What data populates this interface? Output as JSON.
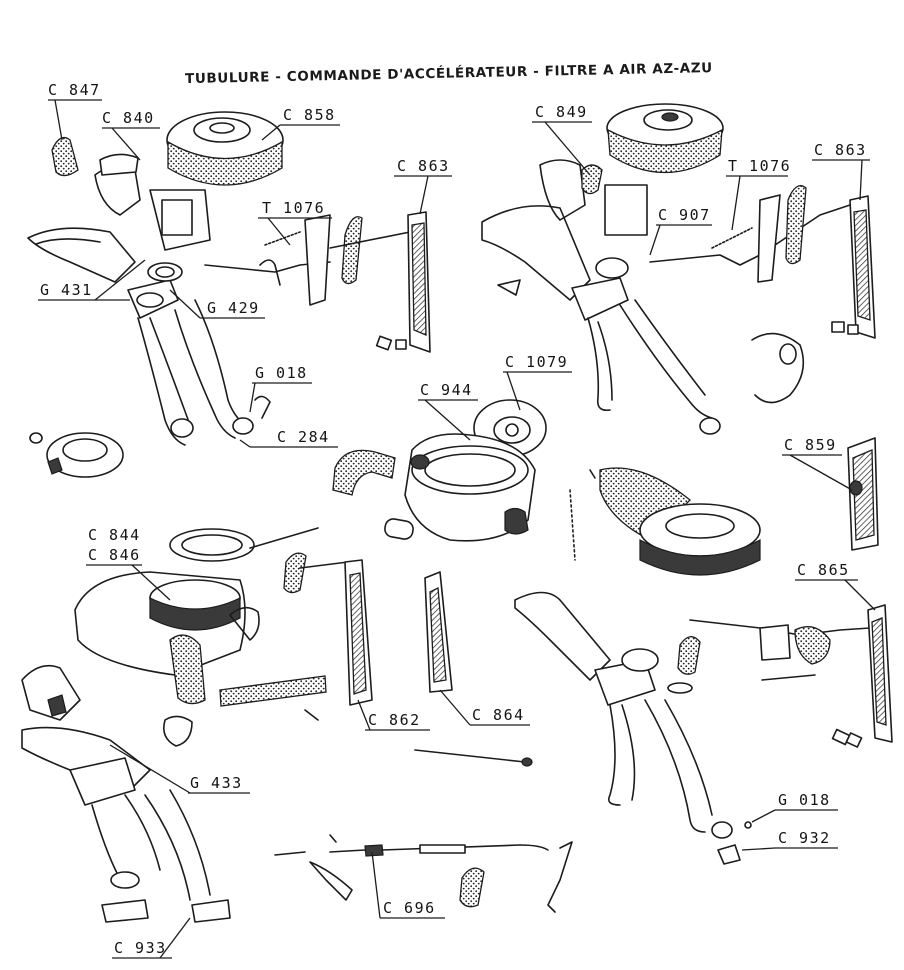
{
  "title": "TUBULURE - COMMANDE D'ACCÉLÉRATEUR - FILTRE A AIR AZ-AZU",
  "parts": [
    {
      "ref": "C 847"
    },
    {
      "ref": "C 840"
    },
    {
      "ref": "C 858"
    },
    {
      "ref": "C 849"
    },
    {
      "ref": "C 863"
    },
    {
      "ref": "T 1076"
    },
    {
      "ref": "C 863"
    },
    {
      "ref": "T 1076"
    },
    {
      "ref": "C 907"
    },
    {
      "ref": "G 431"
    },
    {
      "ref": "G 429"
    },
    {
      "ref": "G 018"
    },
    {
      "ref": "C 284"
    },
    {
      "ref": "C 1079"
    },
    {
      "ref": "C 944"
    },
    {
      "ref": "C 859"
    },
    {
      "ref": "C 844"
    },
    {
      "ref": "C 846"
    },
    {
      "ref": "C 865"
    },
    {
      "ref": "C 862"
    },
    {
      "ref": "C 864"
    },
    {
      "ref": "G 433"
    },
    {
      "ref": "G 018"
    },
    {
      "ref": "C 932"
    },
    {
      "ref": "C 696"
    },
    {
      "ref": "C 933"
    }
  ]
}
